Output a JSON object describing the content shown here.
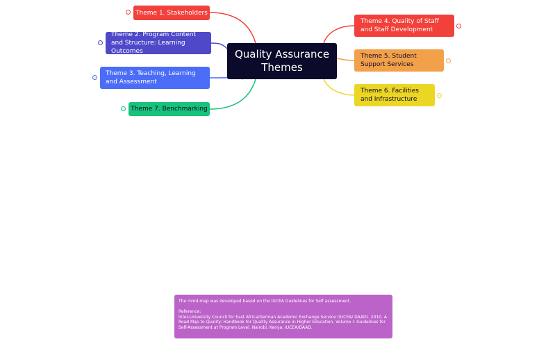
{
  "central": {
    "title_line1": "Quality Assurance",
    "title_line2": "Themes"
  },
  "themes": [
    {
      "label": "Theme 1. Stakeholders",
      "color": "#f2403b"
    },
    {
      "label": "Theme 2. Program Content and Structure: Learning Outcomes",
      "color": "#4f49c9"
    },
    {
      "label": "Theme 3. Teaching, Learning and Assessment",
      "color": "#4a6cf7"
    },
    {
      "label": "Theme 7. Benchmarking",
      "color": "#17c27a"
    },
    {
      "label": "Theme 4. Quality of Staff and Staff Development",
      "color": "#f2403b"
    },
    {
      "label": "Theme 5. Student Support Services",
      "color": "#f2a14a"
    },
    {
      "label": "Theme 6. Facilities and Infrastructure",
      "color": "#ecd624"
    }
  ],
  "note": {
    "line1": "The mind-map was developed based on the IUCEA Guidelines for Self assessment.",
    "reference_label": "Reference:",
    "reference_text": "Inter-University Council for East Africa/German Academic Exchange Service (IUCEA/ DAAD). 2010. A Road Map to Quality: Handbook for Quality Assurance in Higher Education. Volume I: Guidelines for Self-Assessment at Program Level. Nairobi, Kenya: IUCEA/DAAD.",
    "color": "#bb63c8"
  }
}
